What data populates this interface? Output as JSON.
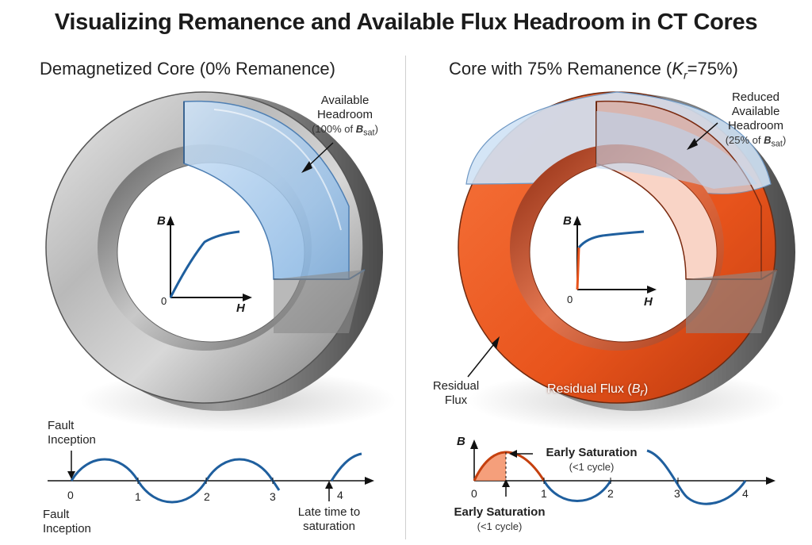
{
  "title": "Visualizing Remanence and Available Flux Headroom in CT Cores",
  "left": {
    "subtitle": "Demagnetized Core (0% Remanence)",
    "headroom_label_1": "Available",
    "headroom_label_2": "Headroom",
    "headroom_pct_prefix": "(100% of ",
    "headroom_pct_B": "B",
    "headroom_pct_sub": "sat",
    "headroom_pct_suffix": ")",
    "remanence_pct": 0,
    "bh_axis_y": "B",
    "bh_axis_x": "H",
    "bh_origin": "0",
    "wave_top_label_1": "Fault",
    "wave_top_label_2": "Inception",
    "wave_bottom_label_1": "Fault",
    "wave_bottom_label_2": "Inception",
    "late_label_1": "Late time to",
    "late_label_2": "saturation",
    "ticks": [
      "0",
      "1",
      "2",
      "3",
      "4"
    ]
  },
  "right": {
    "subtitle_prefix": "Core with 75% Remanence (",
    "subtitle_K": "K",
    "subtitle_sub": "r",
    "subtitle_suffix": "=75%)",
    "headroom_label_1": "Reduced",
    "headroom_label_2": "Available",
    "headroom_label_3": "Headroom",
    "headroom_pct_prefix": "(25% of ",
    "headroom_pct_B": "B",
    "headroom_pct_sub": "sat",
    "headroom_pct_suffix": ")",
    "remanence_pct": 75,
    "bh_axis_y": "B",
    "bh_axis_x": "H",
    "bh_origin": "0",
    "residual_label_1": "Residual",
    "residual_label_2": "Flux",
    "residual_flux_prefix": "Residual Flux (",
    "residual_flux_B": "B",
    "residual_flux_sub": "r",
    "residual_flux_suffix": ")",
    "wave_axis_y": "B",
    "early_top_1": "Early Saturation",
    "early_top_2": "(<1 cycle)",
    "early_bottom_1": "Early Saturation",
    "early_bottom_2": "(<1 cycle)",
    "ticks": [
      "0",
      "1",
      "2",
      "3",
      "4"
    ]
  },
  "colors": {
    "steel": "#9a9a9a",
    "headroom_blue": "#8fbbe6",
    "residual_orange": "#e8541c",
    "wave": "#1f5f9e"
  }
}
